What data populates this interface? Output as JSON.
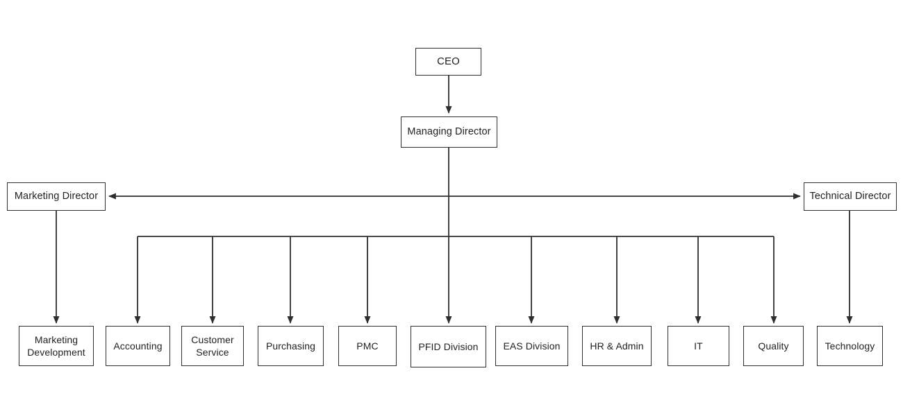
{
  "diagram": {
    "type": "org-chart",
    "colors": {
      "background": "#ffffff",
      "line": "#2e2e2e",
      "box_border": "#2e2e2e",
      "box_fill": "#ffffff",
      "text": "#1f1f1f"
    },
    "nodes": {
      "ceo": {
        "label": "CEO"
      },
      "managing_director": {
        "label": "Managing Director"
      },
      "marketing_director": {
        "label": "Marketing Director"
      },
      "technical_director": {
        "label": "Technical Director"
      },
      "departments": [
        {
          "label": "Marketing Development"
        },
        {
          "label": "Accounting"
        },
        {
          "label": "Customer Service"
        },
        {
          "label": "Purchasing"
        },
        {
          "label": "PMC"
        },
        {
          "label": "PFID Division"
        },
        {
          "label": "EAS Division"
        },
        {
          "label": "HR & Admin"
        },
        {
          "label": "IT"
        },
        {
          "label": "Quality"
        },
        {
          "label": "Technology"
        }
      ]
    },
    "edges": [
      {
        "from": "CEO",
        "to": "Managing Director"
      },
      {
        "from": "Managing Director",
        "to": "Marketing Director"
      },
      {
        "from": "Managing Director",
        "to": "Technical Director"
      },
      {
        "from": "Marketing Director",
        "to": "Marketing Development"
      },
      {
        "from": "Managing Director",
        "to": "Accounting"
      },
      {
        "from": "Managing Director",
        "to": "Customer Service"
      },
      {
        "from": "Managing Director",
        "to": "Purchasing"
      },
      {
        "from": "Managing Director",
        "to": "PMC"
      },
      {
        "from": "Managing Director",
        "to": "PFID Division"
      },
      {
        "from": "Managing Director",
        "to": "EAS Division"
      },
      {
        "from": "Managing Director",
        "to": "HR & Admin"
      },
      {
        "from": "Managing Director",
        "to": "IT"
      },
      {
        "from": "Managing Director",
        "to": "Quality"
      },
      {
        "from": "Technical Director",
        "to": "Technology"
      }
    ]
  }
}
